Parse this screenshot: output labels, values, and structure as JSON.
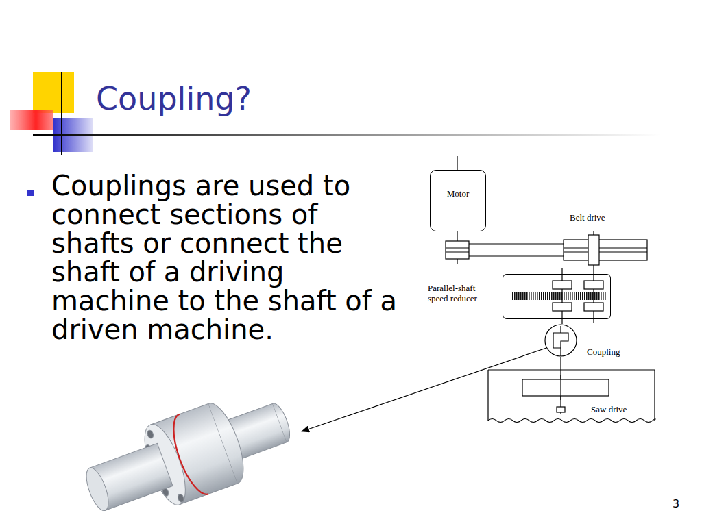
{
  "diagram": {
    "title": "Coupling?",
    "nodes": [
      {
        "text": [
          "Motor"
        ]
      },
      {
        "text": [
          "Parallel-shaft speed reducer"
        ]
      },
      {
        "text": [
          "Coupling"
        ]
      },
      {
        "text": [
          "Saw drive"
        ]
      }
    ],
    "labels": [
      "Couplings are used to connect sections of shafts or connect the shaft of a driving machine to the shaft of a driven machine.",
      "Belt drive",
      "3"
    ]
  }
}
